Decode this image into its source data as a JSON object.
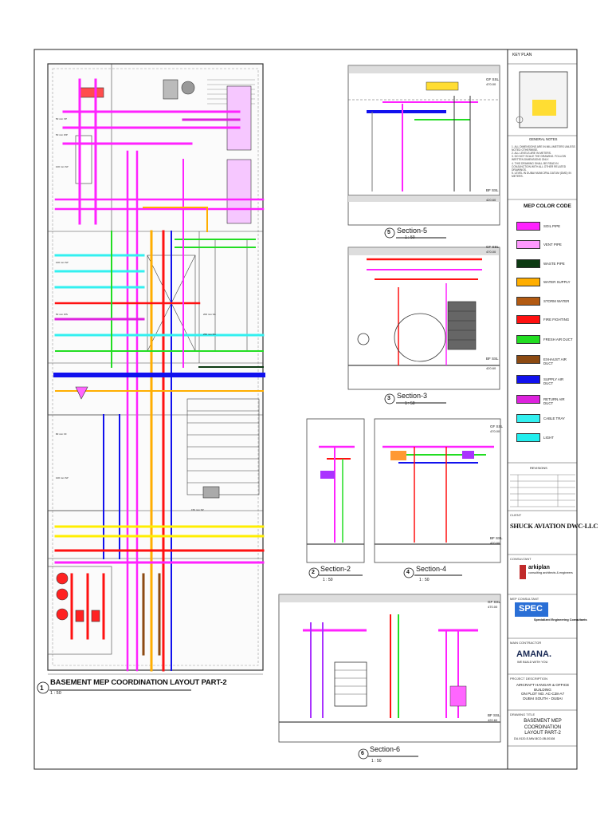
{
  "sheet": {
    "main_title": "BASEMENT MEP COORDINATION LAYOUT PART-2",
    "main_number": "1",
    "main_scale": "1 : 50"
  },
  "sections": [
    {
      "key": "s5",
      "number": "5",
      "title": "Section-5",
      "scale": "1 : 50"
    },
    {
      "key": "s3",
      "number": "3",
      "title": "Section-3",
      "scale": "1 : 50"
    },
    {
      "key": "s2",
      "number": "2",
      "title": "Section-2",
      "scale": "1 : 50"
    },
    {
      "key": "s4",
      "number": "4",
      "title": "Section-4",
      "scale": "1 : 50"
    },
    {
      "key": "s6",
      "number": "6",
      "title": "Section-6",
      "scale": "1 : 50"
    }
  ],
  "levels": {
    "gf_ssl": "GF SSL",
    "gf_value": "470.00",
    "bf_ssl": "BF SSL",
    "bf_value": "420.60"
  },
  "title_block": {
    "key_plan": "KEY PLAN",
    "general_notes": "GENERAL NOTES",
    "notes": [
      "1. ALL DIMENSIONS ARE IN MILLIMETERS UNLESS NOTED OTHERWISE.",
      "2. ALL LEVELS ARE IN METERS.",
      "3. DO NOT SCALE THE DRAWING. FOLLOW WRITTEN DIMENSIONS ONLY.",
      "4. THIS DRAWING SHALL BE READ IN CONJUNCTION WITH ALL OTHER RELATED DRAWINGS.",
      "5. LEVEL IN DUBAI MUNICIPAL DATUM (DMD) IN METERS."
    ],
    "mep_color_code": "MEP COLOR CODE",
    "legend": [
      {
        "label": "SOIL PIPE",
        "color": "#ff22ff"
      },
      {
        "label": "VENT PIPE",
        "color": "#ff99ff"
      },
      {
        "label": "WASTE PIPE",
        "color": "#0c3a12"
      },
      {
        "label": "WATER SUPPLY",
        "color": "#ffae00"
      },
      {
        "label": "STORM WATER",
        "color": "#b25a12"
      },
      {
        "label": "FIRE FIGHTING",
        "color": "#ff1111"
      },
      {
        "label": "FRESH AIR DUCT",
        "color": "#22dd22"
      },
      {
        "label": "EXHAUST AIR DUCT",
        "color": "#8c4a12"
      },
      {
        "label": "SUPPLY AIR DUCT",
        "color": "#1111ee"
      },
      {
        "label": "RETURN AIR DUCT",
        "color": "#dd22dd"
      },
      {
        "label": "CABLE TRAY",
        "color": "#33f0f0"
      },
      {
        "label": "LIGHT",
        "color": "#22eeee"
      }
    ],
    "revision_label": "REVISIONS",
    "client_label": "CLIENT",
    "client_name": "SHUCK AVIATION DWC-LLC",
    "consultant_label": "CONSULTANT",
    "architect_name": "arkiplan",
    "architect_sub": "consulting architects & engineers",
    "mep_consultant_label": "MEP CONSULTANT",
    "spec_name": "SPEC",
    "spec_sub": "Specialized Engineering Consultants",
    "contractor_label": "MAIN CONTRACTOR",
    "contractor_name": "AMANA.",
    "contractor_sub": "WE BUILD WITH YOU",
    "project_label": "PROJECT DESCRIPTION",
    "project_lines": [
      "AIRCRAFT HANGAR & OFFICE BUILDING",
      "ON PLOT NO. AC-C28-A7",
      "DUBAI SOUTH - DUBAI"
    ],
    "drawing_title_label": "DRAWING TITLE",
    "drawing_title_lines": [
      "BASEMENT MEP COORDINATION",
      "LAYOUT PART-2"
    ],
    "drawing_number": "DU-9120-E-MW-BCO-0B-00108"
  }
}
